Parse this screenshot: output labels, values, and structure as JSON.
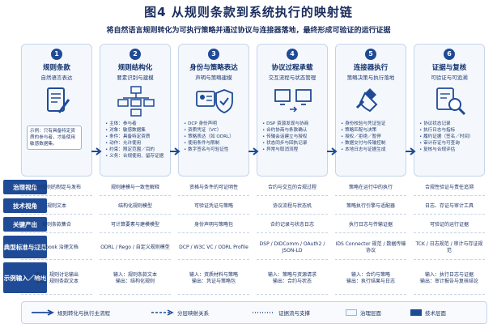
{
  "title": "图4 从规则条款到系统执行的映射链",
  "subtitle": "将自然语言规则转化为可执行策略并通过协议与连接器落地，最终形成可验证的运行证据",
  "steps": [
    {
      "num": "1",
      "title": "规则条款",
      "sub": "自然语言表达",
      "icon": "document-pen-icon",
      "note": "示例：只有具备特定资质的参与者，才能使用敏感数据集。"
    },
    {
      "num": "2",
      "title": "规则结构化",
      "sub": "要素识别与建模",
      "icon": "tree-structure-icon",
      "items": [
        "主体：参与者",
        "对象：敏感数据集",
        "条件：具备特定资质",
        "动作：允许使用",
        "约束：限定范围／目的",
        "义务：合规使用、留存证据"
      ]
    },
    {
      "num": "3",
      "title": "身份与策略表达",
      "sub": "声明与策略建模",
      "icon": "id-shield-icon",
      "items": [
        "DCP 身份声明",
        "资质凭证（VC）",
        "策略表达（如 ODRL）",
        "使用条件与限制",
        "数字签名与可验证性"
      ]
    },
    {
      "num": "4",
      "title": "协议过程承载",
      "sub": "交互流程与状态管理",
      "icon": "monitor-sync-icon",
      "items": [
        "DSP 资源发现与协商",
        "合约协商与条款确认",
        "传输会话建立与授权",
        "状态同步与回执记录",
        "异常与取消流程"
      ]
    },
    {
      "num": "5",
      "title": "连接器执行",
      "sub": "策略决策与执行落地",
      "icon": "plug-icon",
      "items": [
        "身份校验与凭证验证",
        "策略匹配与决策",
        "授权／拒绝／暂停",
        "数据交付与传输控制",
        "本地日志与证据生成"
      ]
    },
    {
      "num": "6",
      "title": "证据与复核",
      "sub": "可验证与可追溯",
      "icon": "audit-search-icon",
      "items": [
        "协议状态记录",
        "执行日志与指标",
        "履约证据（签名／时间）",
        "审计存证与可查询",
        "复核与合规评估"
      ]
    }
  ],
  "rows": [
    {
      "head": "治理视角",
      "cells": [
        "共同规则的制定与发布",
        "规则建模与一致性解释",
        "资格与条件的可证明性",
        "合约与交互的合规过程",
        "策略在运行中的执行",
        "合规性验证与责任追溯"
      ]
    },
    {
      "head": "技术视角",
      "cells": [
        "规则文本",
        "结构化规则模型",
        "可验证凭证与策略",
        "协议流程与状态机",
        "策略执行引擎与适配器",
        "日志、存证与审计工具"
      ]
    },
    {
      "head": "关键产出",
      "cells": [
        "规则条款集合",
        "可计算要素与建模模型",
        "身份声明与策略包",
        "合约记录与状态日志",
        "执行日志与传输证据",
        "可验证的运行证据"
      ]
    },
    {
      "head": "典型标准与规范",
      "cells": [
        "Rulebook 治理文档",
        "ODRL / Rego / 自定义规则模型",
        "DCP / W3C VC / ODRL Profile",
        "DSP / DIDComm / OAuth2 / JSON-LD",
        "IDS Connector 规范 / 数据传输协议",
        "TCK / 日志规范 / 审计与存证规范"
      ]
    },
    {
      "head": "示例输入／输出",
      "cells": [
        "输入：规则讨论输出\n输出：规则条款文本",
        "输入：规则条款文本\n输出：结构化规则",
        "输入：资质材料与策略\n输出：凭证与策略包",
        "输入：策略与资源请求\n输出：合约与状态",
        "输入：合约与策略\n输出：执行结果与日志",
        "输入：执行日志与证据\n输出：审计报告与复核结论"
      ]
    }
  ],
  "legend": [
    "规则转化与执行主流程",
    "分层映射关系",
    "证据流与支撑",
    "治理层面",
    "技术层面"
  ]
}
